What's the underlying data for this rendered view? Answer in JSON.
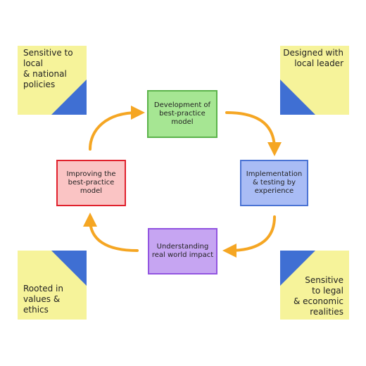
{
  "notes": {
    "top_left": "Sensitive to\nlocal\n& national\npolicies",
    "top_right": "Designed with\nlocal leader",
    "bottom_left": "Rooted in\nvalues & ethics",
    "bottom_right": "Sensitive\nto legal\n& economic\nrealities"
  },
  "cycle": {
    "development": "Development of\nbest-practice\nmodel",
    "implementation": "Implementation\n& testing by\nexperience",
    "understanding": "Understanding\nreal world impact",
    "improving": "Improving the\nbest-practice model"
  },
  "colors": {
    "note": "#f6f39a",
    "triangle": "#3f6fd3",
    "arrow": "#f5a623"
  }
}
